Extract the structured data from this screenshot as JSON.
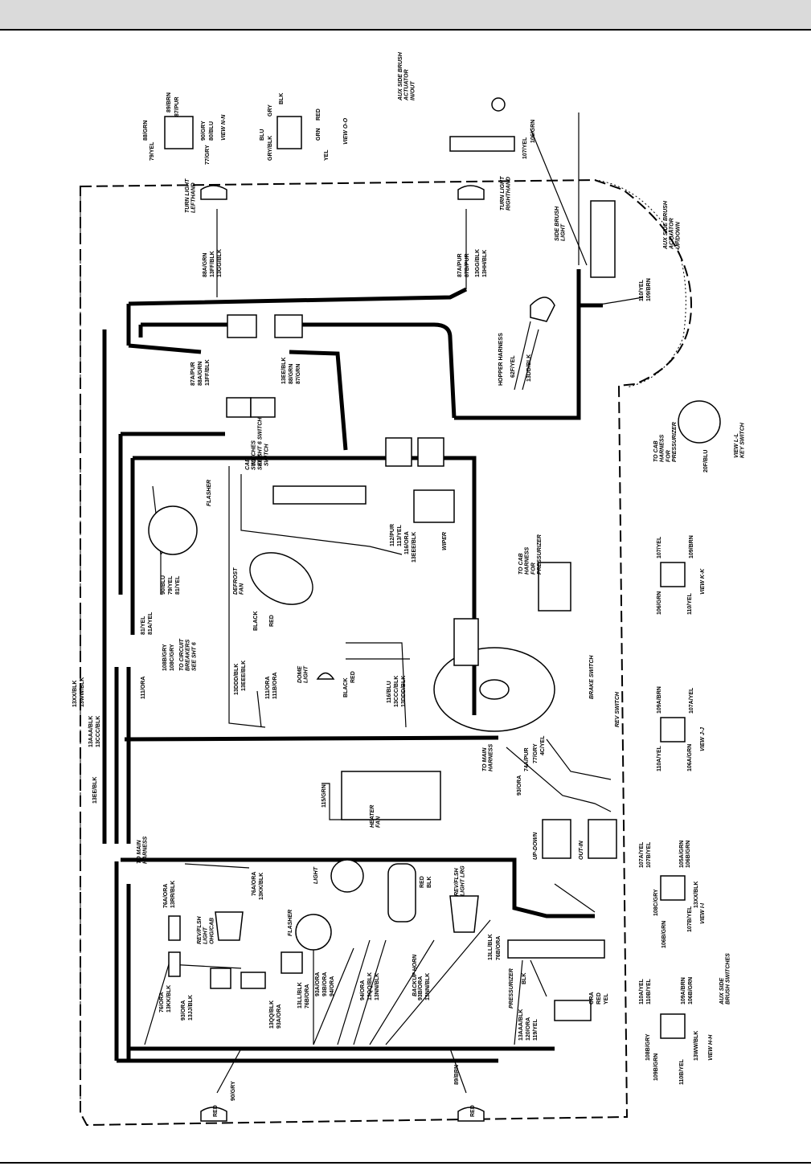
{
  "sidebar_labels": {
    "turn_light_lefthand": "TURN LIGHT\nLEFTHAND",
    "turn_light_righthand": "TURN LIGHT\nRIGHTHAND",
    "side_brush_light": "SIDE BRUSH\nLIGHT",
    "aux_side_brush_up_down": "AUX SIDE BRUSH\nACTUATOR\nUP/DOWN",
    "aux_side_brush_in_out": "AUX SIDE BRUSH\nACTUATOR\nIN/OUT",
    "hopper_harness": "HOPPER HARNESS",
    "flasher": "FLASHER",
    "defrost_fan": "DEFROST\nFAN",
    "dome_light": "DOME\nLIGHT",
    "wiper": "WIPER",
    "heater_fan": "HEATER\nFAN",
    "to_main_harness": "TO MAIN\nHARNESS",
    "to_cab_harness": "TO CAB\nHARNESS\nFOR\nPRESSURIZER",
    "to_circuit_breakers": "TO CIRCUIT\nBREAKERS\nSEE SHT 6",
    "to_key_switch": "TO\nKEY\nSWITCH",
    "cab_switches": "CAB\nSWITCHES\nSEE SHT 6 SWITCH",
    "brake_switch": "BRAKE SWITCH",
    "rev_switch": "REV SWITCH",
    "light": "LIGHT",
    "backup_horn": "BACKUP HORN",
    "rev_flsh_light": "REV/FLSH\nLIGHT LRG",
    "rev_flsh_light_ohg": "REV/FLSH\nLIGHT\nOHG/CAB",
    "pressurizer": "PRESSURIZER",
    "up_down": "UP-DOWN",
    "out_in": "OUT-IN",
    "aux_side_brush_switches": "AUX SIDE\nBRUSH SWITCHES"
  },
  "views": {
    "view_nn": "VIEW N-N",
    "view_oo": "VIEW O-O",
    "view_ll": "VIEW L-L\nKEY SWITCH",
    "view_kk": "VIEW K-K",
    "view_jj": "VIEW J-J",
    "view_ii": "VIEW I-I",
    "view_hh": "VIEW H-H"
  },
  "wire_labels": {
    "w1": "88/GRN",
    "w2": "79/YEL",
    "w3": "89/BRN",
    "w4": "87/PUR",
    "w5": "90/GRY",
    "w6": "80/BLU",
    "w7": "77/GRY",
    "w8": "BLK",
    "w9": "GRY",
    "w10": "BLU",
    "w11": "GRY/BLK",
    "w12": "RED",
    "w13": "GRN",
    "w14": "YEL",
    "w15": "107/YEL",
    "w16": "106/GRN",
    "w17": "88A/GRN",
    "w18": "13FF/BLK",
    "w19": "13GG/BLK",
    "w20": "87A/PUR",
    "w21": "87B/PUR",
    "w22": "13GG/BLK",
    "w23": "13HH/BLK",
    "w24": "110/YEL",
    "w25": "109/BRN",
    "w26": "62F/YEL",
    "w27": "13DD/BLK",
    "w28": "87A/PUR",
    "w29": "88A/GRN",
    "w30": "13FF/BLK",
    "w31": "13EE/BLK",
    "w32": "88/GRN",
    "w33": "87/GRN",
    "w34": "90/BLU",
    "w35": "79/YEL",
    "w36": "81/YEL",
    "w37": "81/YEL",
    "w38": "81A/YEL",
    "w39": "108B/GRY",
    "w40": "108C/GRY",
    "w41": "111/ORA",
    "w42": "13XX/BLK",
    "w43": "13WW/BLK",
    "w44": "13AAA/BLK",
    "w45": "13CCC/BLK",
    "w46": "13EE/BLK",
    "w47": "112/PUR",
    "w48": "113/YEL",
    "w49": "116/ORA",
    "w50": "13EEE/BLK",
    "w51": "BLACK",
    "w52": "RED",
    "w53": "13DDD/BLK",
    "w54": "13EEE/BLK",
    "w55": "111/ORA",
    "w56": "111B/ORA",
    "w57": "BLACK",
    "w58": "RED",
    "w59": "116/BLU",
    "w60": "13CCC/BLK",
    "w61": "13DDD/BLK",
    "w62": "20F/BLU",
    "w63": "77/GRY",
    "w64": "4C/YEL",
    "w65": "74A/PUR",
    "w66": "93/ORA",
    "w67": "115/GRN",
    "w68": "76A/ORA",
    "w69": "13RR/BLK",
    "w70": "76A/ORA",
    "w71": "13KK/BLK",
    "w72": "76/ORA",
    "w73": "13KK/BLK",
    "w74": "93/ORA",
    "w75": "13JJ/BLK",
    "w76": "13QQ/BLK",
    "w77": "93A/ORA",
    "w78": "13LL/BLK",
    "w79": "76B/ORA",
    "w80": "93A/ORA",
    "w81": "93B/ORA",
    "w82": "94/ORA",
    "w83": "94/ORA",
    "w84": "13QQ/BLK",
    "w85": "13NN/BLK",
    "w86": "93B/ORA",
    "w87": "13NN/BLK",
    "w88": "13LL/BLK",
    "w89": "76B/ORA",
    "w90": "13AAA/BLK",
    "w91": "120/ORA",
    "w92": "119/YEL",
    "w93": "BLK",
    "w94": "ORA",
    "w95": "RED",
    "w96": "YEL",
    "w97": "RED",
    "w98": "BLK",
    "w99": "90/GRY",
    "w100": "89/BRN",
    "w101": "RED",
    "w102": "RED",
    "w103": "107/YEL",
    "w104": "109/BRN",
    "w105": "106/GRN",
    "w106": "110/YEL",
    "w107": "109A/BRN",
    "w108": "107A/YEL",
    "w109": "110A/YEL",
    "w110": "106A/GRN",
    "w111": "107A/YEL",
    "w112": "107B/YEL",
    "w113": "108C/GRY",
    "w114": "106B/GRN",
    "w115": "105A/GRN",
    "w116": "107B/YEL",
    "w117": "13XX/BLK",
    "w118": "106B/GRN",
    "w119": "108B/GRY",
    "w120": "110A/YEL",
    "w121": "110B/YEL",
    "w122": "109A/BRN",
    "w123": "106B/GRN",
    "w124": "109B/GRN",
    "w125": "110B/YEL",
    "w126": "13WW/BLK"
  }
}
